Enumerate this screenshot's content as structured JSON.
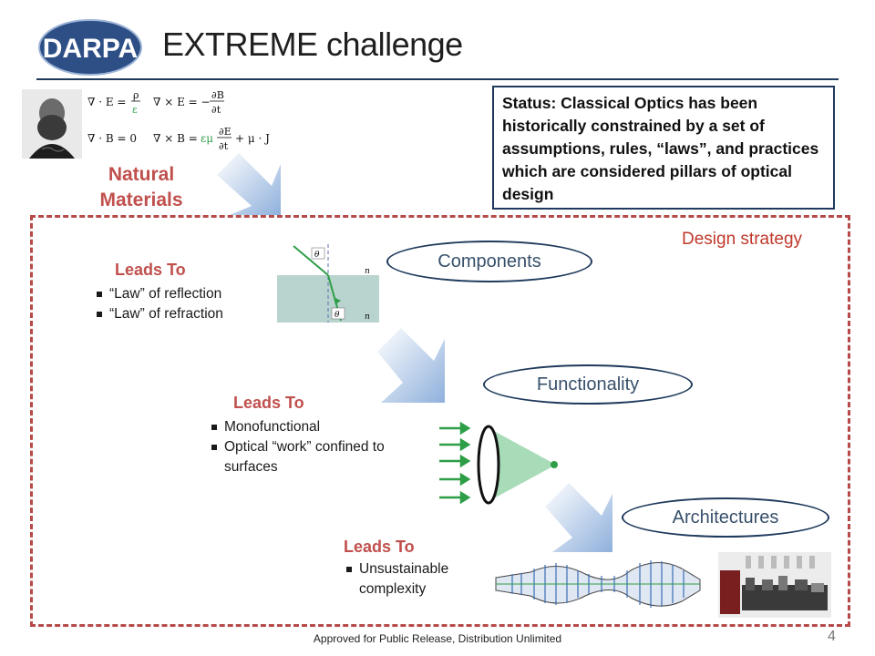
{
  "header": {
    "logo_text": "DARPA",
    "title": "EXTREME challenge"
  },
  "natural_materials": {
    "label_line1": "Natural",
    "label_line2": "Materials"
  },
  "status_box": {
    "text": "Status: Classical Optics has been historically constrained by a set of assumptions, rules, “laws”, and practices which are considered pillars of optical design"
  },
  "design_strategy": {
    "label": "Design strategy"
  },
  "stages": {
    "components": {
      "label": "Components",
      "leads_to": "Leads To",
      "bullets": [
        "“Law” of reflection",
        "“Law” of refraction"
      ]
    },
    "functionality": {
      "label": "Functionality",
      "leads_to": "Leads To",
      "bullets": [
        "Monofunctional",
        "Optical “work” confined to surfaces"
      ]
    },
    "architectures": {
      "label": "Architectures",
      "leads_to": "Leads To",
      "bullets": [
        "Unsustainable complexity"
      ]
    }
  },
  "footer": {
    "text": "Approved for Public Release, Distribution Unlimited",
    "page_number": "4"
  },
  "colors": {
    "accent_red": "#c0504d",
    "navy": "#1f3a5c",
    "arrow_blue": "#8fb0dc",
    "green": "#2e9e47"
  }
}
